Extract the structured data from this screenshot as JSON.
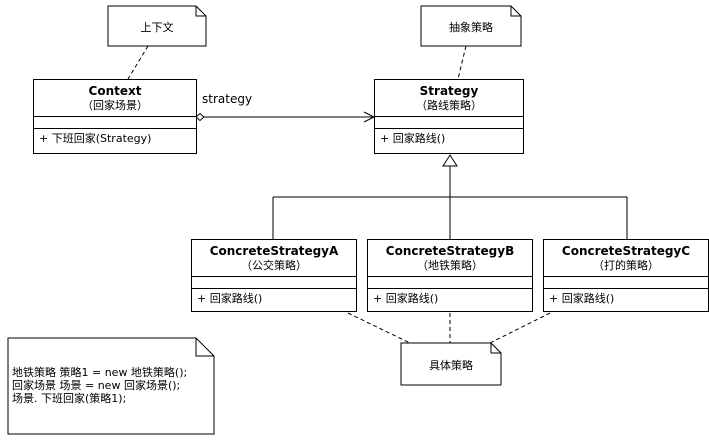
{
  "notes": {
    "context_note": "上下文",
    "strategy_note": "抽象策略",
    "concrete_note": "具体策略"
  },
  "context": {
    "name": "Context",
    "cn_name": "（回家场景）",
    "operation": "+ 下班回家(Strategy)"
  },
  "strategy": {
    "name": "Strategy",
    "cn_name": "（路线策略）",
    "operation": "+ 回家路线()"
  },
  "association_label": "strategy",
  "concrete": [
    {
      "name": "ConcreteStrategyA",
      "cn_name": "（公交策略）",
      "operation": "+ 回家路线()"
    },
    {
      "name": "ConcreteStrategyB",
      "cn_name": "（地铁策略）",
      "operation": "+ 回家路线()"
    },
    {
      "name": "ConcreteStrategyC",
      "cn_name": "（打的策略）",
      "operation": "+ 回家路线()"
    }
  ],
  "code_note": {
    "line1": "地铁策略 策略1 = new 地铁策略();",
    "line2": "回家场景 场景 = new 回家场景();",
    "line3": "场景. 下班回家(策略1);"
  }
}
